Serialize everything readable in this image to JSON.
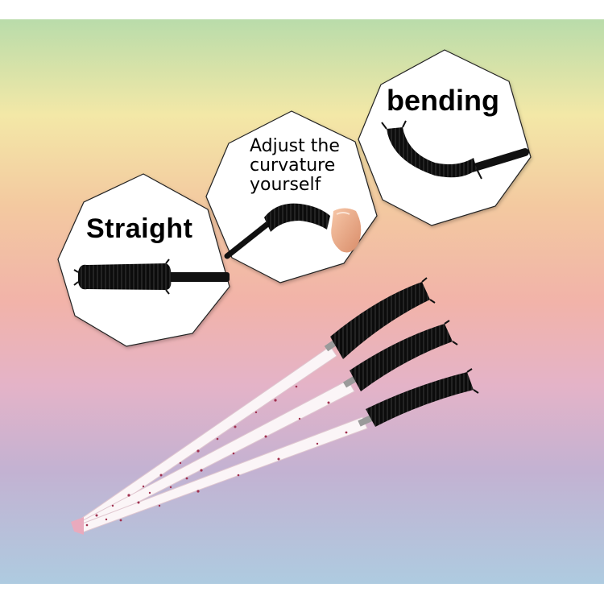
{
  "panels": {
    "straight": {
      "label": "Straight",
      "icon": "straight-mascara-wand-icon"
    },
    "adjust": {
      "label": "Adjust the curvature yourself",
      "icon": "curving-wand-with-finger-icon"
    },
    "bending": {
      "label": "bending",
      "icon": "bent-mascara-wand-icon"
    }
  },
  "product": {
    "name": "disposable mascara wands",
    "count": 3,
    "handle": "clear glitter handle",
    "brush": "black bristle brush"
  },
  "colors": {
    "band_top": "#b9dcaa",
    "band_mid": "#f2b3a9",
    "band_bottom": "#aecbe0",
    "bristle": "#000000",
    "glitter": "#a0304f"
  }
}
